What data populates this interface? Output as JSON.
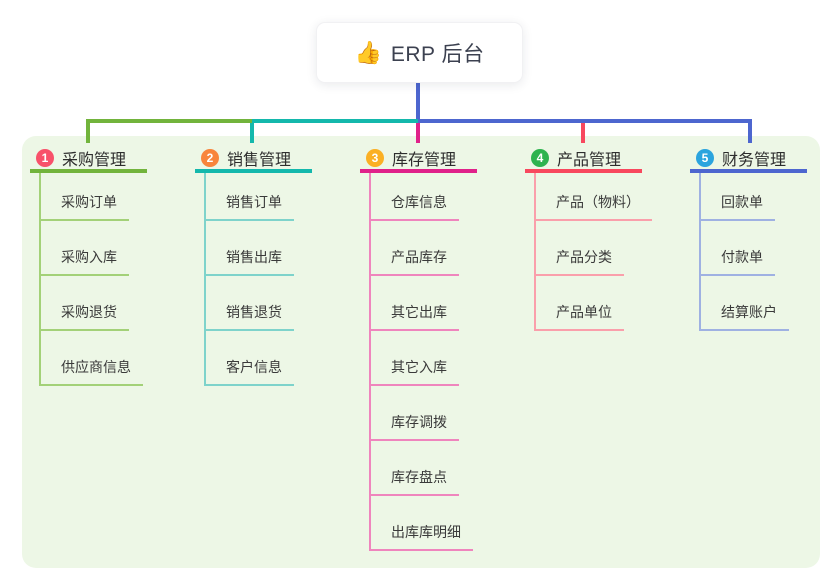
{
  "root": {
    "icon": "👍",
    "title": "ERP 后台",
    "connector_color": "#4d66cf"
  },
  "canvas": {
    "background": "#ffffff",
    "panel_background": "#edf7e6"
  },
  "branches": [
    {
      "number": "1",
      "title": "采购管理",
      "badge_color": "#f8516a",
      "line_color": "#72b43c",
      "light_line_color": "#a3d178",
      "children": [
        "采购订单",
        "采购入库",
        "采购退货",
        "供应商信息"
      ]
    },
    {
      "number": "2",
      "title": "销售管理",
      "badge_color": "#f8853c",
      "line_color": "#14b8ac",
      "light_line_color": "#7ed3cb",
      "children": [
        "销售订单",
        "销售出库",
        "销售退货",
        "客户信息"
      ]
    },
    {
      "number": "3",
      "title": "库存管理",
      "badge_color": "#fbb024",
      "line_color": "#e0218a",
      "light_line_color": "#ef85bd",
      "children": [
        "仓库信息",
        "产品库存",
        "其它出库",
        "其它入库",
        "库存调拨",
        "库存盘点",
        "出库库明细"
      ]
    },
    {
      "number": "4",
      "title": "产品管理",
      "badge_color": "#2eb34f",
      "line_color": "#f8485e",
      "light_line_color": "#fa9fab",
      "children": [
        "产品（物料）",
        "产品分类",
        "产品单位"
      ]
    },
    {
      "number": "5",
      "title": "财务管理",
      "badge_color": "#2ba4de",
      "line_color": "#4d66cf",
      "light_line_color": "#9fb1e2",
      "children": [
        "回款单",
        "付款单",
        "结算账户"
      ]
    }
  ]
}
